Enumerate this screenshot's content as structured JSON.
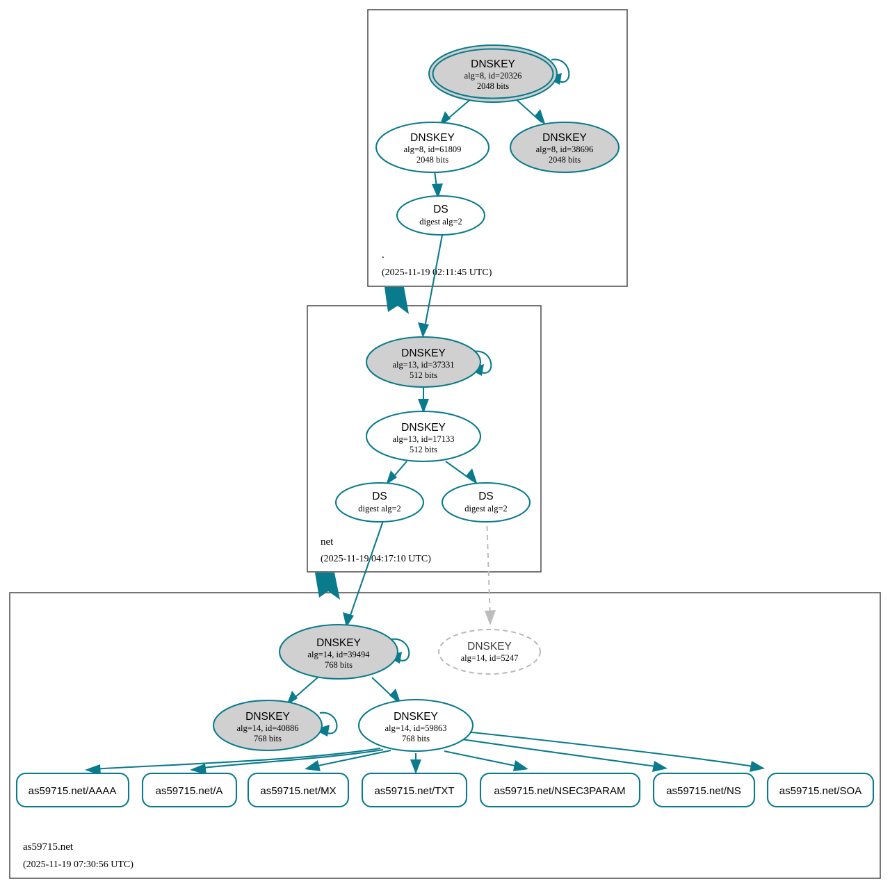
{
  "diagram": {
    "kind": "dnssec-chain-of-trust",
    "target_domain": "as59715.net",
    "colors": {
      "accent": "#0a7b8c",
      "secure_fill": "#d0d0d0",
      "insecure_stroke": "#bcbcbc",
      "zone_border": "#555555",
      "background": "#ffffff"
    }
  },
  "zones": [
    {
      "id": "root",
      "name": ".",
      "timestamp": "(2025-11-19 02:11:45 UTC)"
    },
    {
      "id": "net",
      "name": "net",
      "timestamp": "(2025-11-19 04:17:10 UTC)"
    },
    {
      "id": "as59715",
      "name": "as59715.net",
      "timestamp": "(2025-11-19 07:30:56 UTC)"
    }
  ],
  "nodes": {
    "root_ksk": {
      "type": "DNSKEY",
      "title": "DNSKEY",
      "params": "alg=8, id=20326",
      "bits": "2048 bits",
      "alg": 8,
      "key_id": 20326,
      "key_size": 2048,
      "trust_anchor": true,
      "style": "double-ellipse-shaded"
    },
    "root_zsk_61809": {
      "type": "DNSKEY",
      "title": "DNSKEY",
      "params": "alg=8, id=61809",
      "bits": "2048 bits",
      "alg": 8,
      "key_id": 61809,
      "key_size": 2048,
      "style": "ellipse-plain"
    },
    "root_key_38696": {
      "type": "DNSKEY",
      "title": "DNSKEY",
      "params": "alg=8, id=38696",
      "bits": "2048 bits",
      "alg": 8,
      "key_id": 38696,
      "key_size": 2048,
      "style": "ellipse-shaded"
    },
    "root_ds": {
      "type": "DS",
      "title": "DS",
      "params": "digest alg=2",
      "digest_alg": 2,
      "style": "ellipse-plain"
    },
    "net_ksk_37331": {
      "type": "DNSKEY",
      "title": "DNSKEY",
      "params": "alg=13, id=37331",
      "bits": "512 bits",
      "alg": 13,
      "key_id": 37331,
      "key_size": 512,
      "style": "ellipse-shaded"
    },
    "net_zsk_17133": {
      "type": "DNSKEY",
      "title": "DNSKEY",
      "params": "alg=13, id=17133",
      "bits": "512 bits",
      "alg": 13,
      "key_id": 17133,
      "key_size": 512,
      "style": "ellipse-plain"
    },
    "net_ds_left": {
      "type": "DS",
      "title": "DS",
      "params": "digest alg=2",
      "digest_alg": 2,
      "style": "ellipse-plain"
    },
    "net_ds_right": {
      "type": "DS",
      "title": "DS",
      "params": "digest alg=2",
      "digest_alg": 2,
      "style": "ellipse-plain"
    },
    "zone_ksk_39494": {
      "type": "DNSKEY",
      "title": "DNSKEY",
      "params": "alg=14, id=39494",
      "bits": "768 bits",
      "alg": 14,
      "key_id": 39494,
      "key_size": 768,
      "style": "ellipse-shaded"
    },
    "zone_key_5247": {
      "type": "DNSKEY",
      "title": "DNSKEY",
      "params": "alg=14, id=5247",
      "alg": 14,
      "key_id": 5247,
      "style": "ellipse-dashed-insecure"
    },
    "zone_key_40886": {
      "type": "DNSKEY",
      "title": "DNSKEY",
      "params": "alg=14, id=40886",
      "bits": "768 bits",
      "alg": 14,
      "key_id": 40886,
      "key_size": 768,
      "style": "ellipse-shaded"
    },
    "zone_zsk_59863": {
      "type": "DNSKEY",
      "title": "DNSKEY",
      "params": "alg=14, id=59863",
      "bits": "768 bits",
      "alg": 14,
      "key_id": 59863,
      "key_size": 768,
      "style": "ellipse-plain"
    }
  },
  "rrsets": [
    {
      "id": "rr_aaaa",
      "label": "as59715.net/AAAA"
    },
    {
      "id": "rr_a",
      "label": "as59715.net/A"
    },
    {
      "id": "rr_mx",
      "label": "as59715.net/MX"
    },
    {
      "id": "rr_txt",
      "label": "as59715.net/TXT"
    },
    {
      "id": "rr_nsec3param",
      "label": "as59715.net/NSEC3PARAM"
    },
    {
      "id": "rr_ns",
      "label": "as59715.net/NS"
    },
    {
      "id": "rr_soa",
      "label": "as59715.net/SOA"
    }
  ]
}
